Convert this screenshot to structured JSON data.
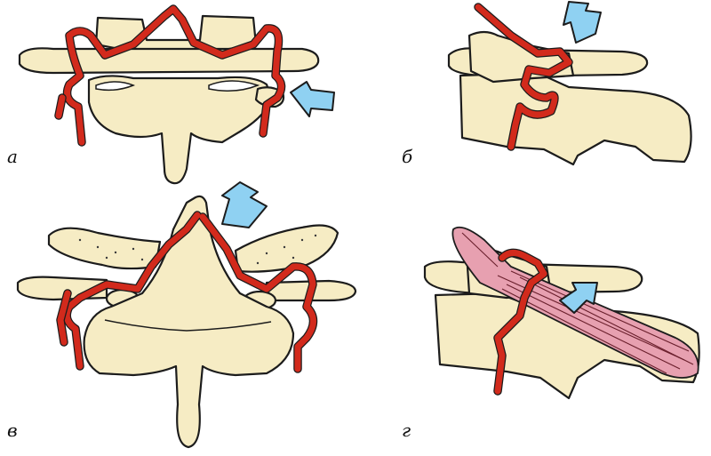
{
  "panels": [
    {
      "id": "a",
      "label": "а"
    },
    {
      "id": "b",
      "label": "б"
    },
    {
      "id": "v",
      "label": "в"
    },
    {
      "id": "g",
      "label": "г"
    }
  ],
  "colors": {
    "bone": "#f6ecc4",
    "artery": "#d22a1c",
    "arrow": "#8fd1f2",
    "muscle": "#e7a0b0",
    "outline": "#1c1c1c"
  },
  "icons": {
    "compression_arrow": "compression-arrow-icon"
  }
}
